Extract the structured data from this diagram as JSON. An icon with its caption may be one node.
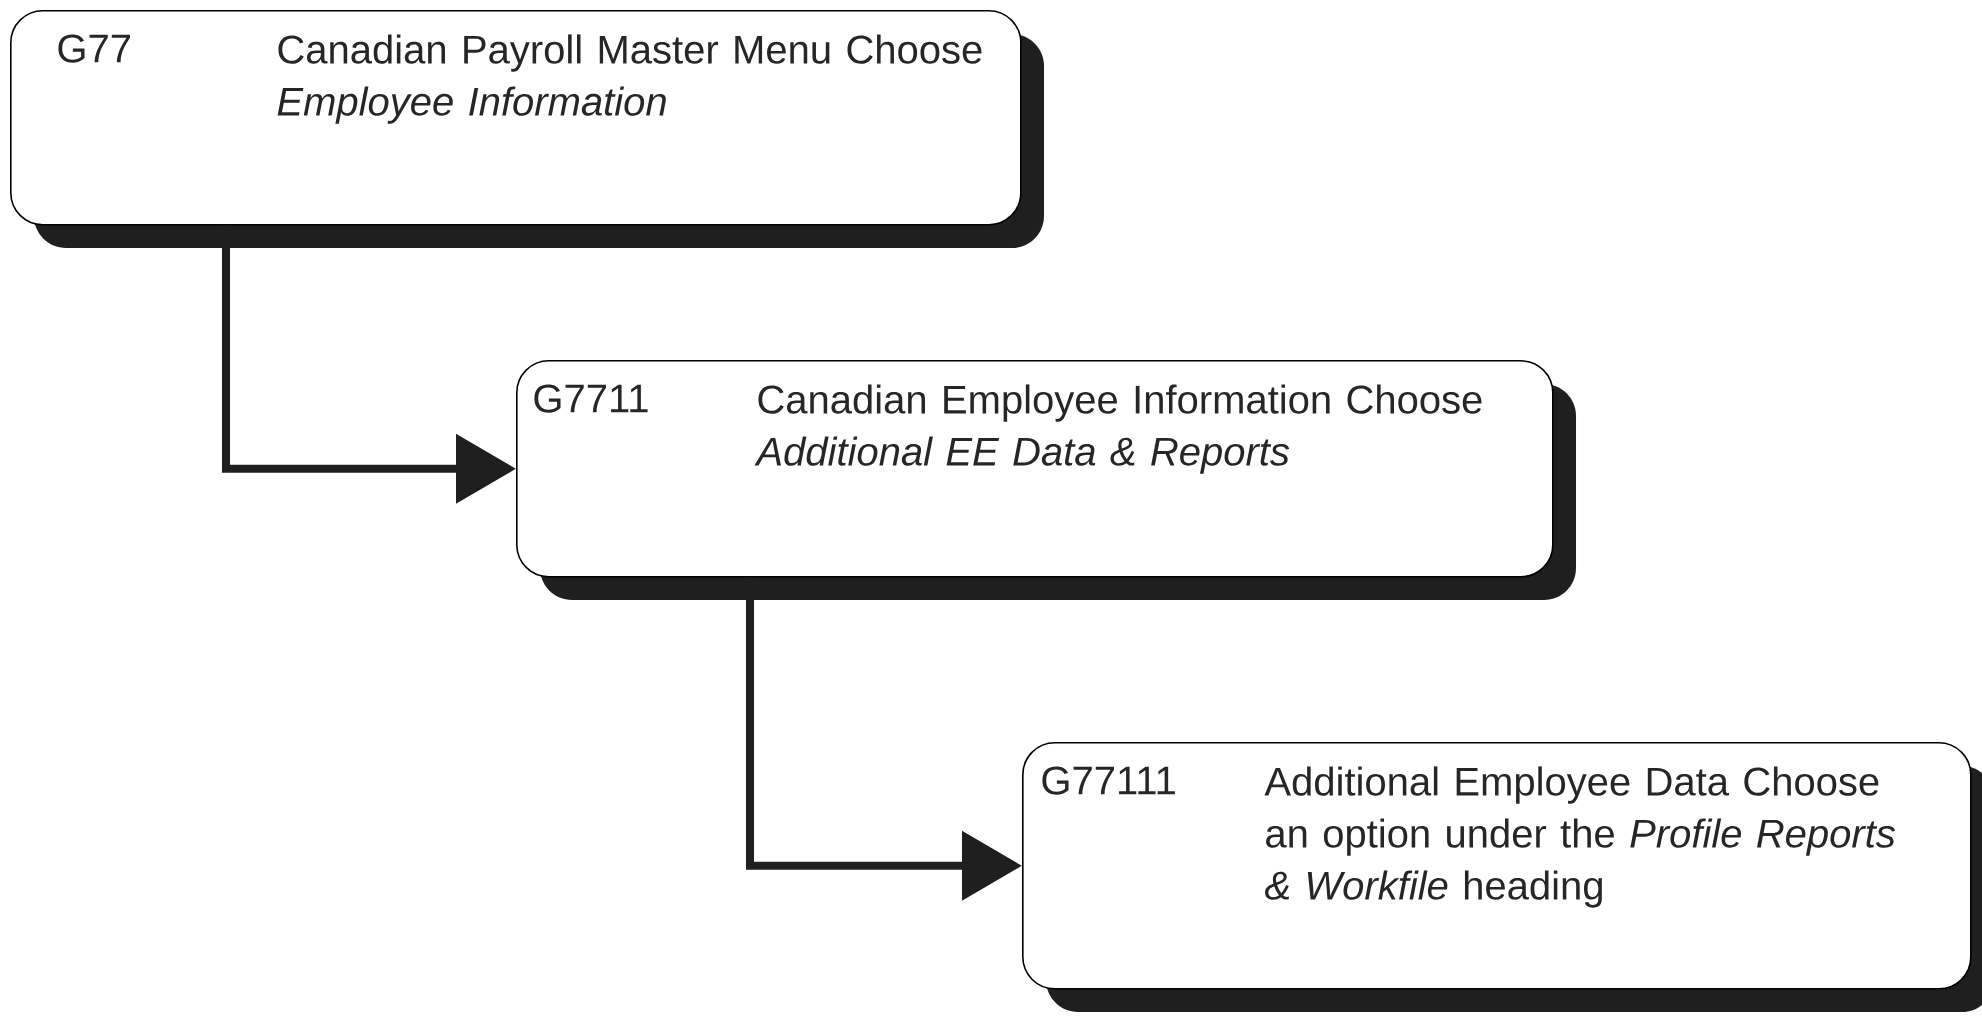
{
  "diagram": {
    "nodes": [
      {
        "text": [
          "G77",
          "Canadian Payroll Master Menu Choose *Employee Information*"
        ]
      },
      {
        "text": [
          "G7711",
          "Canadian Employee Information Choose *Additional EE Data & Reports*"
        ]
      },
      {
        "text": [
          "G77111",
          "Additional Employee Data Choose an option under the *Profile Reports & Workfile* heading"
        ]
      }
    ],
    "edges": [
      {
        "from": 0,
        "to": 1,
        "arrow": "to"
      },
      {
        "from": 1,
        "to": 2,
        "arrow": "to"
      }
    ]
  }
}
